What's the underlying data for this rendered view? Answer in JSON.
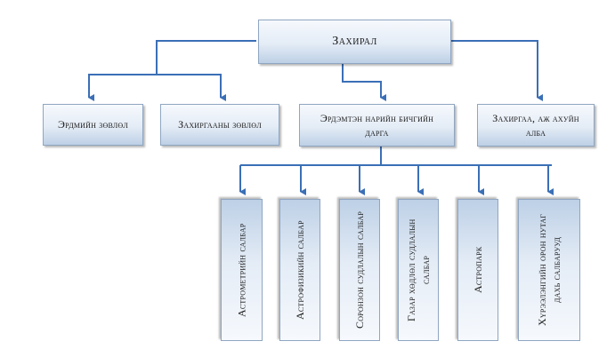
{
  "director": {
    "label": "Захирал"
  },
  "level2": {
    "research_council": "Эрдмийн зөвлөл",
    "management_council": "Захиргааны зөвлөл",
    "scientific_secretary": "Эрдэмтэн нарийн бичгийн дарга",
    "admin_office": "Захиргаа, аж ахуйн алба"
  },
  "departments": [
    {
      "label": "Астрометрийн салбар"
    },
    {
      "label": "Астрофизикийн салбар"
    },
    {
      "label": "Соронзон судлалын салбар"
    },
    {
      "label": "Газар хөдлөл судлалын салбар"
    },
    {
      "label": "Астропарк"
    },
    {
      "label": "Хүрээлэнгийн орон нутаг дахь салбарууд"
    }
  ],
  "colors": {
    "connector": "#3b6fb6",
    "box_border": "#8fa6c2",
    "box_fill_top": "#f6f9fd",
    "box_fill_bottom": "#bdd0e6"
  }
}
